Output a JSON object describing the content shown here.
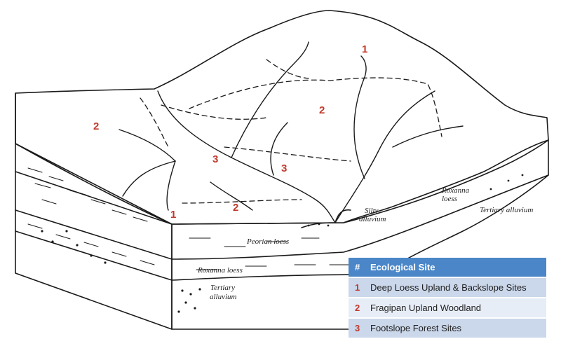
{
  "zone_labels": [
    {
      "text": "1"
    },
    {
      "text": "2"
    },
    {
      "text": "3"
    },
    {
      "text": "2"
    },
    {
      "text": "3"
    },
    {
      "text": "1"
    },
    {
      "text": "2"
    }
  ],
  "geology_labels": {
    "peorian_loess": "Peorian loess",
    "roxanna_loess_front": "Roxanna loess",
    "tertiary_alluvium_front_1": "Tertiary",
    "tertiary_alluvium_front_2": "alluvium",
    "silty_alluvium_1": "Silty",
    "silty_alluvium_2": "alluvium",
    "roxanna_loess_right_1": "Roxanna",
    "roxanna_loess_right_2": "loess",
    "tertiary_alluvium_right": "Tertiary alluvium"
  },
  "legend": {
    "header_num": "#",
    "header_title": "Ecological Site",
    "rows": [
      {
        "num": "1",
        "label": "Deep Loess Upland & Backslope Sites"
      },
      {
        "num": "2",
        "label": "Fragipan Upland Woodland"
      },
      {
        "num": "3",
        "label": "Footslope Forest Sites"
      }
    ]
  },
  "colors": {
    "line": "#1a1a1a",
    "zone_number": "#c0392b",
    "legend_header": "#4a86c8",
    "legend_row_dark": "#cbd7ea",
    "legend_row_light": "#e7edf6"
  }
}
